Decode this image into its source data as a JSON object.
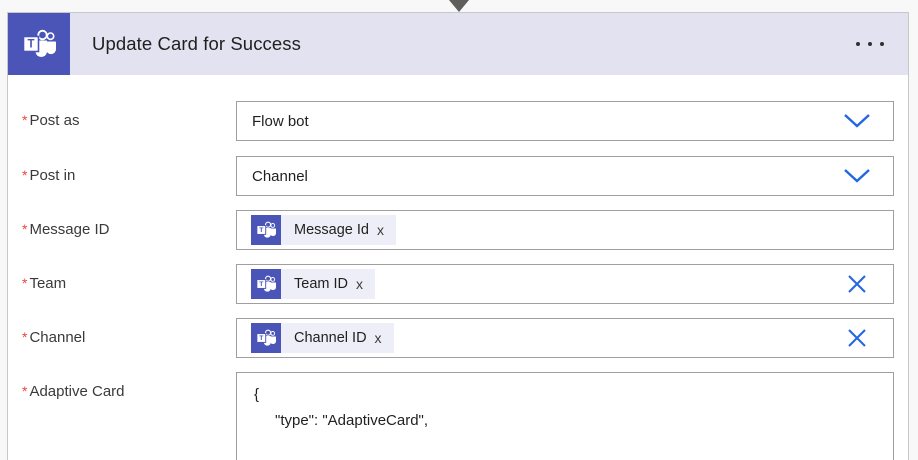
{
  "connector": {
    "icon": "chevron-down-arrow-icon"
  },
  "card": {
    "app_icon": "microsoft-teams-icon",
    "title": "Update Card for Success",
    "menu_icon": "ellipsis-menu-icon",
    "header_bg": "#e2e2f1",
    "accent": "#4b55b8",
    "action_blue": "#2266e3",
    "required_star": "*",
    "fields": [
      {
        "name": "post-as",
        "label": "Post as",
        "required": true,
        "type": "dropdown",
        "value": "Flow bot",
        "icon": "chevron-down-icon"
      },
      {
        "name": "post-in",
        "label": "Post in",
        "required": true,
        "type": "dropdown",
        "value": "Channel",
        "icon": "chevron-down-icon"
      },
      {
        "name": "message-id",
        "label": "Message ID",
        "required": true,
        "type": "token",
        "token": {
          "icon": "microsoft-teams-icon",
          "label": "Message Id",
          "remove_icon": "x"
        },
        "has_clear": false
      },
      {
        "name": "team",
        "label": "Team",
        "required": true,
        "type": "token",
        "token": {
          "icon": "microsoft-teams-icon",
          "label": "Team ID",
          "remove_icon": "x"
        },
        "has_clear": true,
        "clear_icon": "close-icon"
      },
      {
        "name": "channel",
        "label": "Channel",
        "required": true,
        "type": "token",
        "token": {
          "icon": "microsoft-teams-icon",
          "label": "Channel ID",
          "remove_icon": "x"
        },
        "has_clear": true,
        "clear_icon": "close-icon"
      },
      {
        "name": "adaptive-card",
        "label": "Adaptive Card",
        "required": true,
        "type": "code",
        "code_lines": [
          "{",
          "\"type\": \"AdaptiveCard\","
        ]
      }
    ]
  }
}
